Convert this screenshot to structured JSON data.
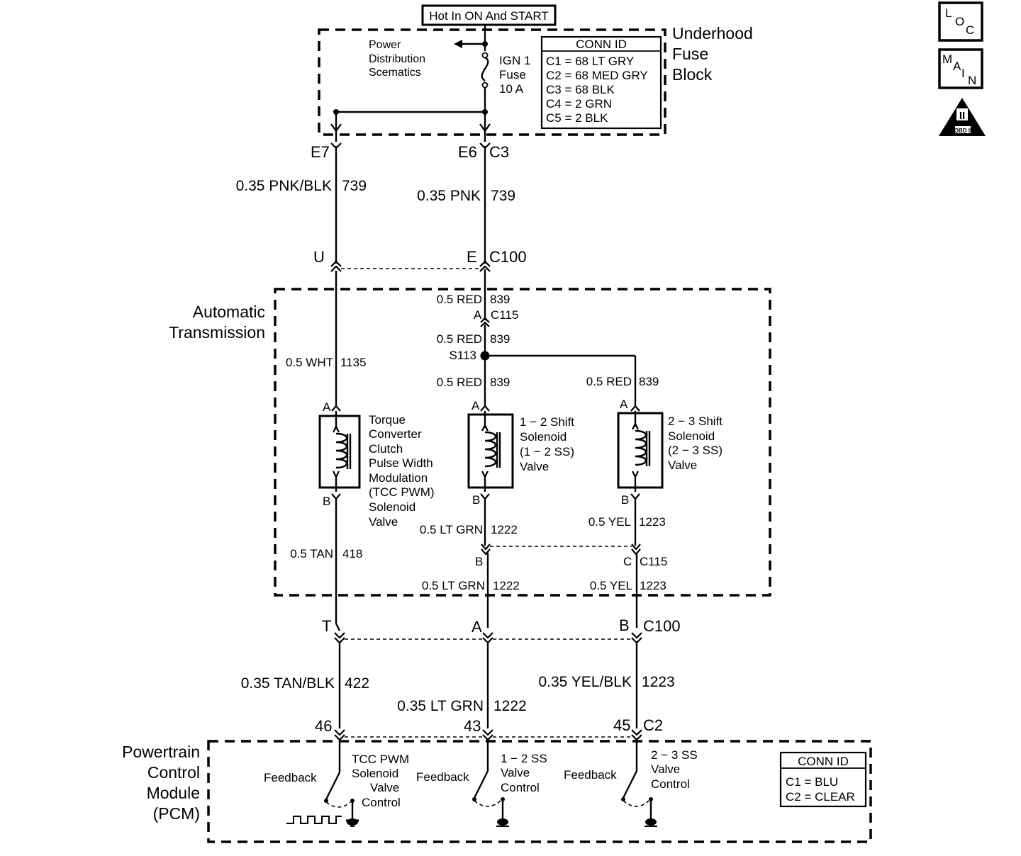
{
  "supply": "Hot In ON And START",
  "fuse_block": {
    "title": [
      "Underhood",
      "Fuse",
      "Block"
    ],
    "pds_note": [
      "Power",
      "Distribution",
      "Scematics"
    ],
    "fuse": [
      "IGN 1",
      "Fuse",
      "10 A"
    ],
    "conn_table": {
      "header": "CONN ID",
      "rows": [
        "C1 = 68 LT GRY",
        "C2 = 68 MED GRY",
        "C3 = 68 BLK",
        "C4 =   2 GRN",
        "C5 =   2 BLK"
      ]
    },
    "terminals": {
      "left": "E7",
      "right": "E6",
      "right_conn": "C3"
    }
  },
  "upper_wires": [
    {
      "gauge_color": "0.35 PNK/BLK",
      "circuit": "739"
    },
    {
      "gauge_color": "0.35 PNK",
      "circuit": "739"
    }
  ],
  "c100_top": {
    "left_pin": "U",
    "right_pin": "E",
    "conn": "C100"
  },
  "transmission": {
    "title": [
      "Automatic",
      "Transmission"
    ],
    "c115_top": {
      "pin": "A",
      "conn": "C115"
    },
    "splice": "S113",
    "wires": {
      "red_upper": {
        "gauge_color": "0.5 RED",
        "circuit": "839"
      },
      "red_mid": {
        "gauge_color": "0.5 RED",
        "circuit": "839"
      },
      "red_12ss": {
        "gauge_color": "0.5 RED",
        "circuit": "839"
      },
      "red_23ss": {
        "gauge_color": "0.5 RED",
        "circuit": "839"
      },
      "wht": {
        "gauge_color": "0.5 WHT",
        "circuit": "1135"
      },
      "tan": {
        "gauge_color": "0.5 TAN",
        "circuit": "418"
      },
      "ltgrn_upper": {
        "gauge_color": "0.5 LT GRN",
        "circuit": "1222"
      },
      "ltgrn_lower": {
        "gauge_color": "0.5 LT GRN",
        "circuit": "1222"
      },
      "yel_upper": {
        "gauge_color": "0.5 YEL",
        "circuit": "1223"
      },
      "yel_lower": {
        "gauge_color": "0.5 YEL",
        "circuit": "1223"
      }
    },
    "solenoids": [
      {
        "pin_a": "A",
        "pin_b": "B",
        "label": [
          "Torque",
          "Converter",
          "Clutch",
          "Pulse Width",
          "Modulation",
          "(TCC PWM)",
          "Solenoid",
          "Valve"
        ]
      },
      {
        "pin_a": "A",
        "pin_b": "B",
        "label": [
          "1 − 2 Shift",
          "Solenoid",
          "(1 − 2 SS)",
          "Valve"
        ]
      },
      {
        "pin_a": "A",
        "pin_b": "B",
        "label": [
          "2 − 3 Shift",
          "Solenoid",
          "(2 − 3 SS)",
          "Valve"
        ]
      }
    ],
    "c115_bottom": {
      "left_pin": "B",
      "right_pin": "C",
      "conn": "C115"
    }
  },
  "c100_bottom": {
    "pins": [
      "T",
      "A",
      "B"
    ],
    "conn": "C100"
  },
  "lower_wires": [
    {
      "gauge_color": "0.35 TAN/BLK",
      "circuit": "422"
    },
    {
      "gauge_color": "0.35 LT GRN",
      "circuit": "1222"
    },
    {
      "gauge_color": "0.35 YEL/BLK",
      "circuit": "1223"
    }
  ],
  "pcm_pins": {
    "pins": [
      "46",
      "43",
      "45"
    ],
    "conn": "C2"
  },
  "pcm": {
    "title": [
      "Powertrain",
      "Control",
      "Module",
      "(PCM)"
    ],
    "drivers": [
      {
        "feedback": "Feedback",
        "label": [
          "TCC PWM",
          "Solenoid",
          "Valve",
          "Control"
        ]
      },
      {
        "feedback": "Feedback",
        "label": [
          "1 − 2 SS",
          "Valve",
          "Control"
        ]
      },
      {
        "feedback": "Feedback",
        "label": [
          "2 − 3 SS",
          "Valve",
          "Control"
        ]
      }
    ],
    "conn_table": {
      "header": "CONN ID",
      "rows": [
        "C1 = BLU",
        "C2 = CLEAR"
      ]
    }
  },
  "corner_icons": {
    "loc": [
      "L",
      "O",
      "C"
    ],
    "main": [
      "M",
      "A",
      "I",
      "N"
    ],
    "obd": {
      "numeral": "II",
      "text": "OBD II"
    }
  }
}
